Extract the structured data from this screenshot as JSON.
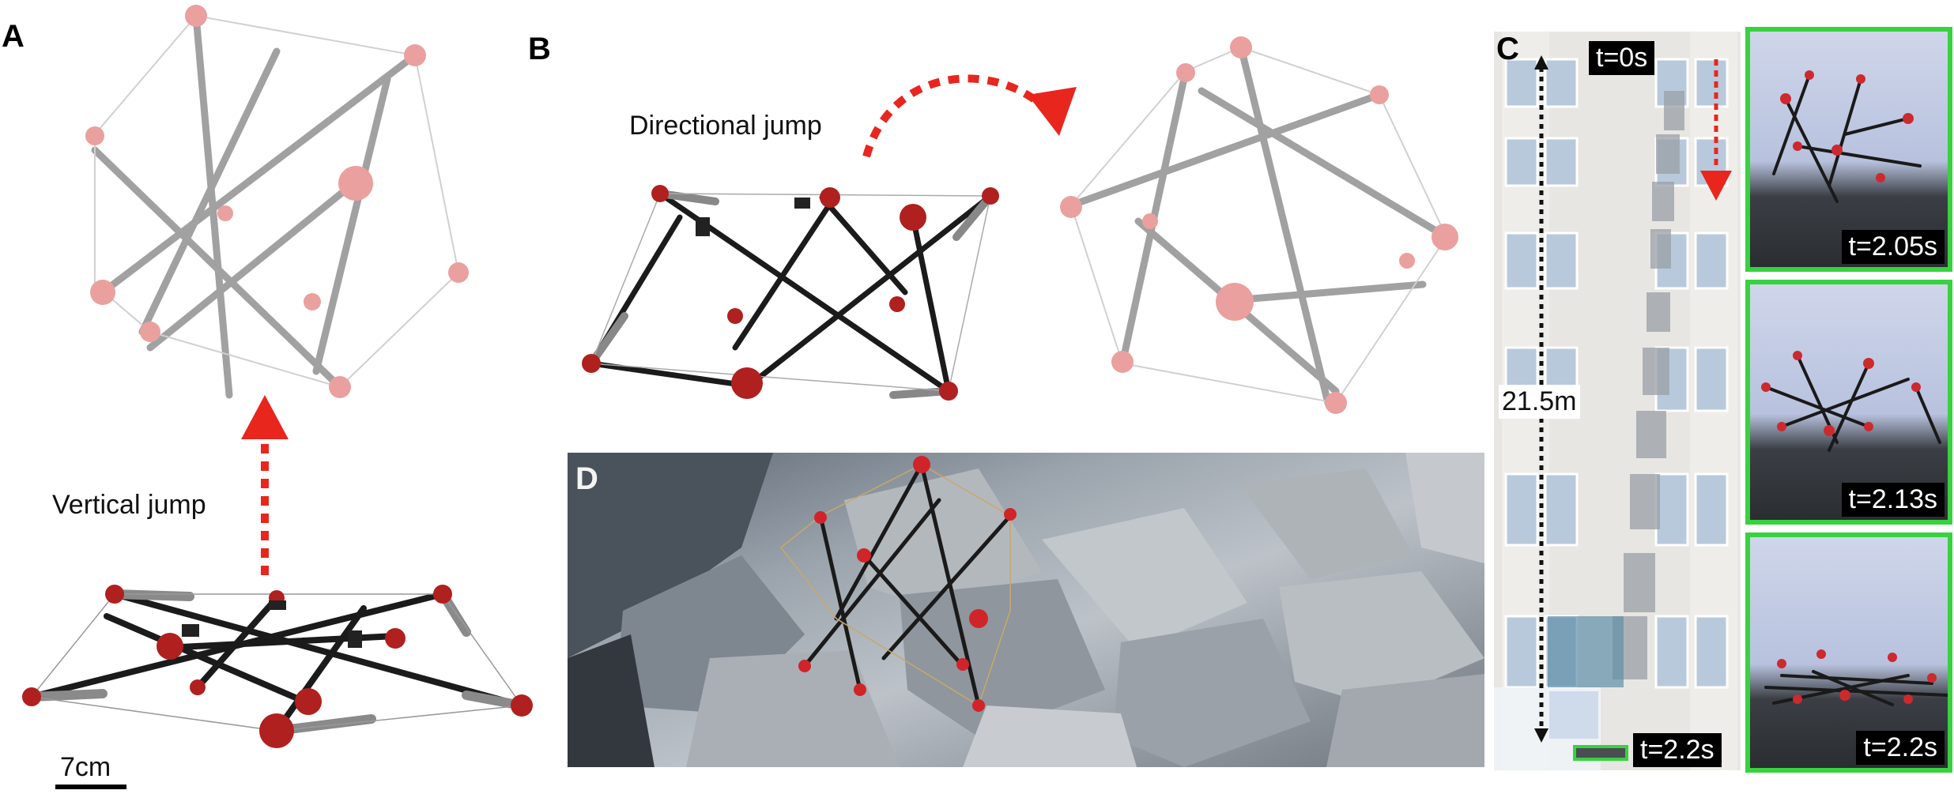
{
  "panels": {
    "a": {
      "letter": "A",
      "caption": "Vertical jump",
      "scale_label": "7cm"
    },
    "b": {
      "letter": "B",
      "caption": "Directional jump"
    },
    "c": {
      "letter": "C",
      "start_time": "t=0s",
      "height_label": "21.5m",
      "end_time": "t=2.2s",
      "frames": [
        {
          "time": "t=2.05s"
        },
        {
          "time": "t=2.13s"
        },
        {
          "time": "t=2.2s"
        }
      ]
    },
    "d": {
      "letter": "D"
    }
  },
  "colors": {
    "arrow_red": "#e8261d",
    "frame_green": "#37d23e",
    "node_red": "#c0282a",
    "rod_dark": "#222222",
    "rod_gray": "#8a8a8a"
  }
}
